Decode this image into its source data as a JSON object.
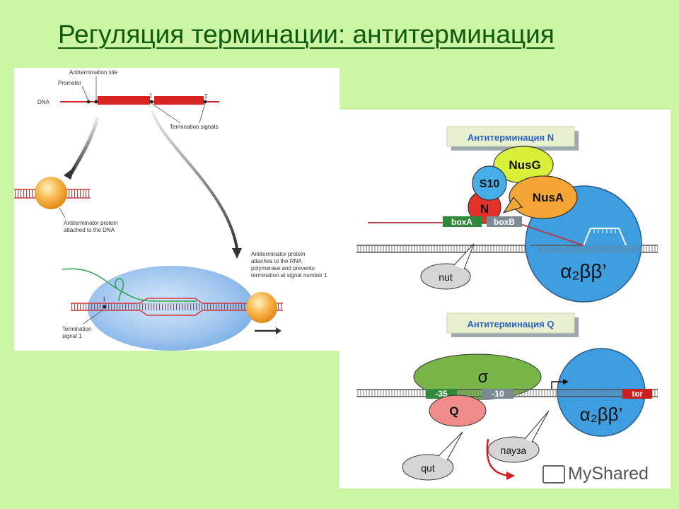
{
  "title": "Регуляция терминации: антитерминация",
  "left_diagram": {
    "antitermination_site": "Antitermination site",
    "promoter": "Promoter",
    "dna": "DNA",
    "signal_1": "1",
    "signal_2": "2",
    "termination_signals": "Termination signals",
    "protein_dna_line1": "Antiterminator protein",
    "protein_dna_line2": "attached to the DNA",
    "protein_rnap_line1": "Antiterminator protein",
    "protein_rnap_line2": "attaches to the RNA",
    "protein_rnap_line3": "polymerase and prevents",
    "protein_rnap_line4": "termination at signal number 1",
    "termination_signal_1_line1": "Termination",
    "termination_signal_1_line2": "signal 1",
    "bottom_signal_1": "1"
  },
  "right_top": {
    "header": "Антитерминация N",
    "nusg": "NusG",
    "s10": "S10",
    "nusa": "NusA",
    "n": "N",
    "boxa": "boxA",
    "boxb": "boxB",
    "nut": "nut",
    "polymerase": "α₂ββ’"
  },
  "right_bottom": {
    "header": "Антитерминация Q",
    "sigma": "σ",
    "minus35": "-35",
    "minus10": "-10",
    "ter": "ter",
    "q": "Q",
    "qut": "qut",
    "pause": "пауза",
    "polymerase": "α₂ββ’"
  },
  "watermark": "MyShared"
}
